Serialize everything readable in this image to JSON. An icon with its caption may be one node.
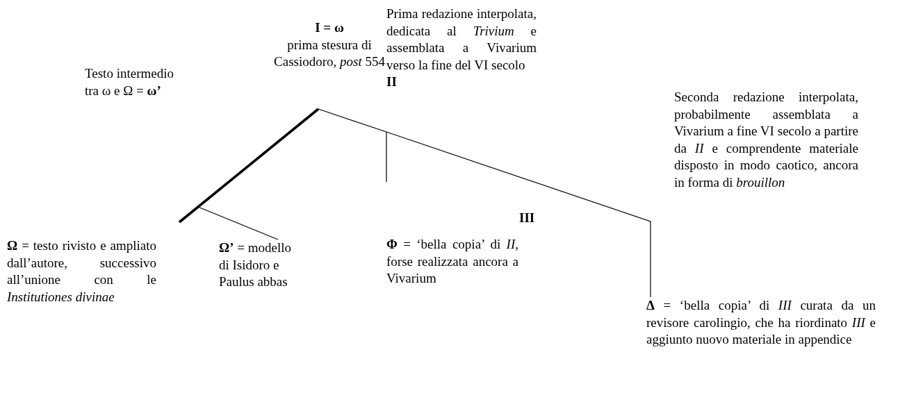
{
  "diagram": {
    "nodes": [
      {
        "text": [
          "I = ω",
          "prima stesura di Cassiodoro, *post* 554"
        ]
      },
      {
        "text": [
          "Prima redazione interpolata, dedicata al *Trivium* e assemblata a Vivarium verso la fine del VI secolo",
          "II"
        ]
      },
      {
        "text": [
          "**Ω** = testo rivisto e ampliato dall’autore, successivo all’unione con le *Institutiones divinae*"
        ]
      },
      {
        "text": [
          "**Ω’** = modello di Isidoro e Paulus abbas"
        ]
      },
      {
        "text": [
          "**Φ** = ‘bella copia’ di *II*, forse realizzata ancora a Vivarium"
        ]
      },
      {
        "text": [
          "**Δ** = ‘bella copia’ di *III* curata da un revisore carolingio, che ha riordinato *III* e aggiunto nuovo materiale in appendice"
        ]
      }
    ],
    "edges": [
      {
        "from": 0,
        "to": 2,
        "arrow": "none",
        "style": "thick"
      },
      {
        "from": null,
        "to": 3,
        "arrow": "none"
      },
      {
        "from": 0,
        "to": 1,
        "arrow": "none"
      },
      {
        "from": 1,
        "to": 4,
        "arrow": "none"
      },
      {
        "from": 1,
        "to": 5,
        "arrow": "none"
      }
    ],
    "labels": [
      "Testo intermedio tra ω e Ω = **ω’**",
      "III",
      "Seconda redazione interpolata, probabilmente assemblata a Vivarium a fine VI secolo a partire da *II* e comprendente materiale disposto in modo caotico, ancora in forma di *brouillon*"
    ]
  }
}
